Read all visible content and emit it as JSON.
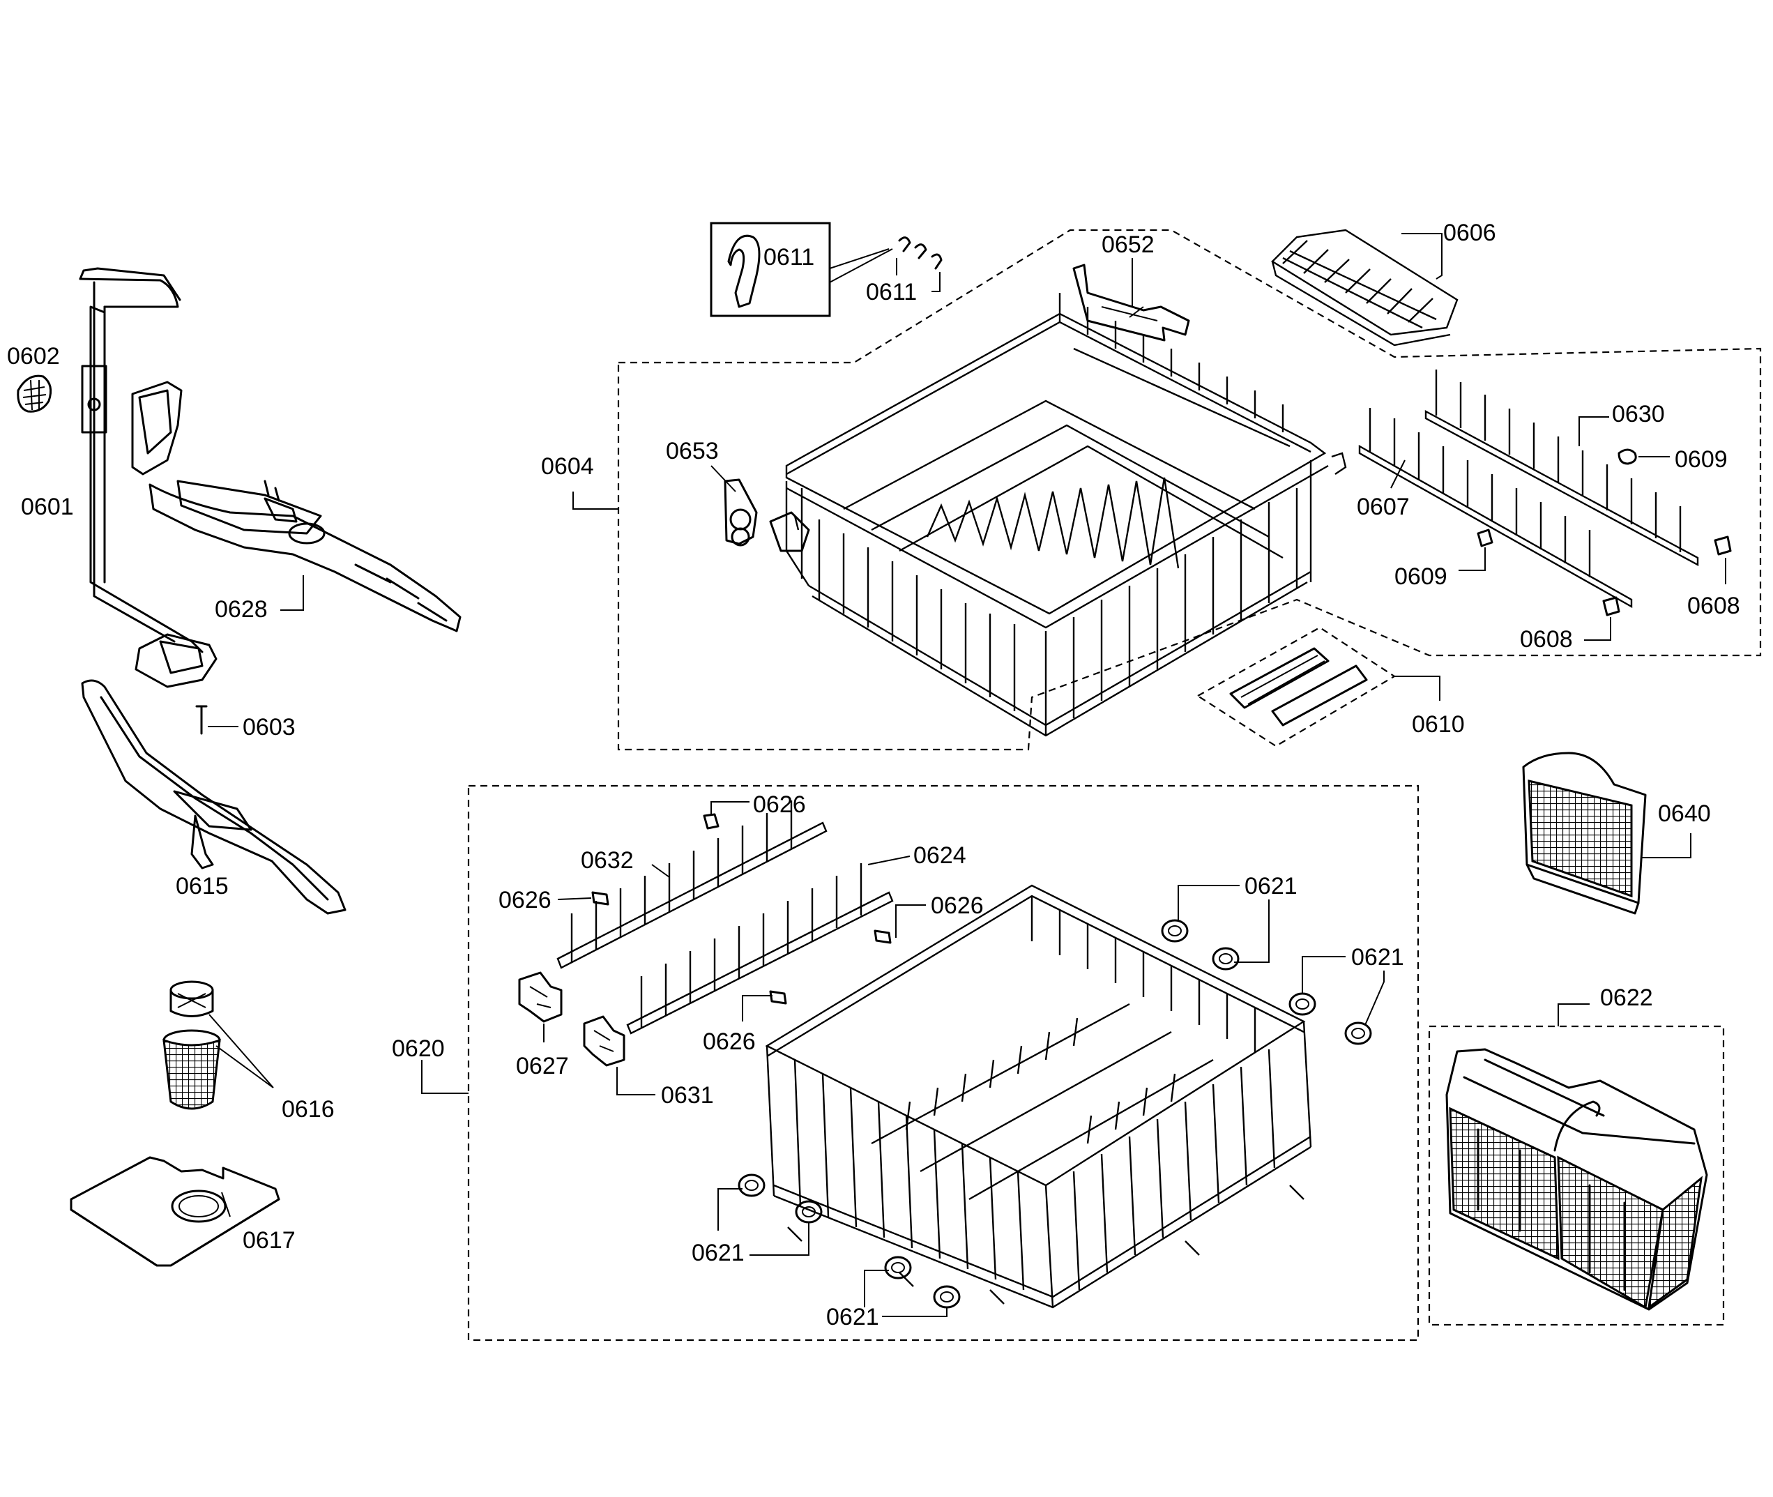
{
  "diagram": {
    "labels": {
      "p0601": "0601",
      "p0602": "0602",
      "p0603": "0603",
      "p0604": "0604",
      "p0606": "0606",
      "p0607": "0607",
      "p0608a": "0608",
      "p0608b": "0608",
      "p0609a": "0609",
      "p0609b": "0609",
      "p0610": "0610",
      "p0611a": "0611",
      "p0611b": "0611",
      "p0615": "0615",
      "p0616": "0616",
      "p0617": "0617",
      "p0620": "0620",
      "p0621a": "0621",
      "p0621b": "0621",
      "p0621c": "0621",
      "p0621d": "0621",
      "p0622": "0622",
      "p0624": "0624",
      "p0626a": "0626",
      "p0626b": "0626",
      "p0626c": "0626",
      "p0626d": "0626",
      "p0627": "0627",
      "p0628": "0628",
      "p0630": "0630",
      "p0631": "0631",
      "p0632": "0632",
      "p0640": "0640",
      "p0652": "0652",
      "p0653": "0653"
    }
  }
}
